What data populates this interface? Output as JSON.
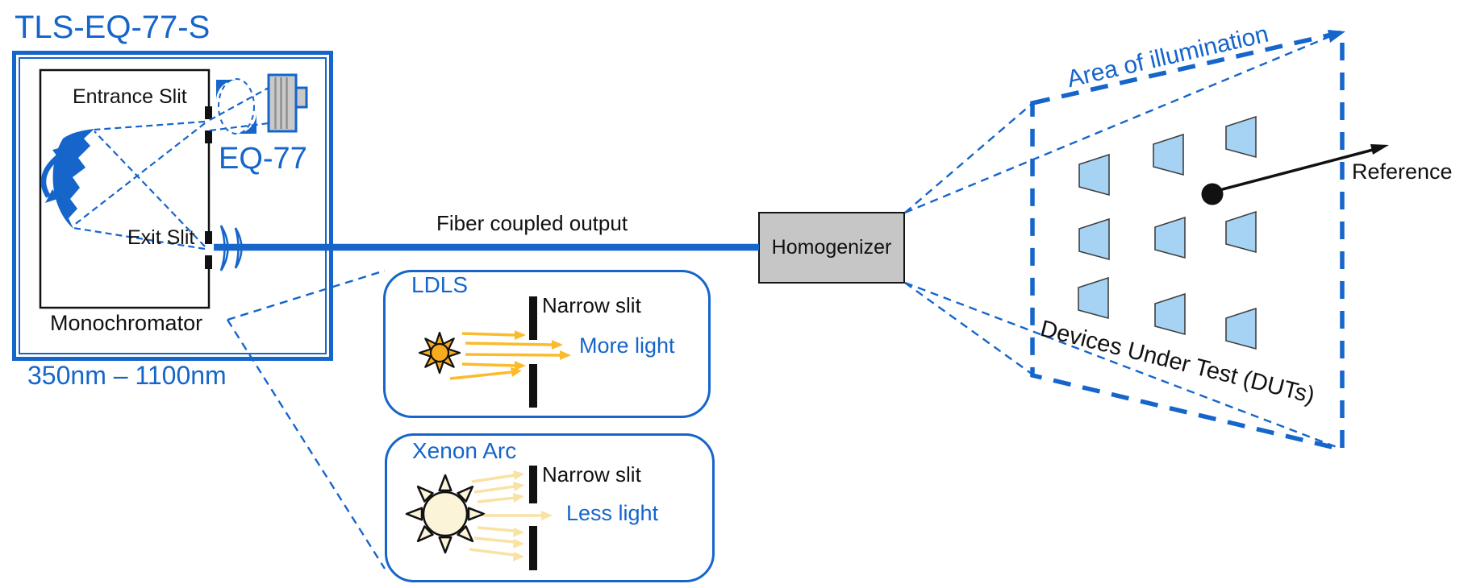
{
  "source_unit": {
    "title": "TLS-EQ-77-S",
    "wavelength_range": "350nm – 1100nm",
    "monochromator": {
      "label": "Monochromator",
      "entrance_slit": "Entrance Slit",
      "exit_slit": "Exit Slit"
    },
    "lamp": {
      "label": "EQ-77"
    }
  },
  "beam_path": {
    "fiber_label": "Fiber coupled output",
    "homogenizer_label": "Homogenizer"
  },
  "insets": {
    "ldls": {
      "title": "LDLS",
      "slit_label": "Narrow slit",
      "result_label": "More light"
    },
    "xenon": {
      "title": "Xenon Arc",
      "slit_label": "Narrow slit",
      "result_label": "Less light"
    }
  },
  "illumination": {
    "area_label": "Area of illumination",
    "duts_label": "Devices Under Test (DUTs)",
    "reference_label": "Reference",
    "dut_count": 9
  },
  "colors": {
    "accent_blue": "#1565CB",
    "ink": "#111111",
    "dut_fill": "#A6D3F4",
    "homogenizer_gray": "#C6C6C6",
    "lamp_gray": "#C9C9C9",
    "ldls_sun_gold": "#F6AC1E",
    "ldls_ray_gold": "#FBBB2B",
    "xenon_sun_cream": "#FBF4D8",
    "xenon_ray_pale": "#F8E2A4"
  },
  "icons": {
    "grating": "diffraction-grating-icon",
    "grating_rotation": "rotation-arrows-icon",
    "condenser": "condenser-lens-icon",
    "lamp": "lamp-housing-icon",
    "coupling": "coupling-lens-icon",
    "ldls_source": "sun-filled-icon",
    "xenon_source": "sun-outline-icon",
    "reference_point": "reference-dot-icon",
    "reference_pointer": "arrow-icon"
  }
}
